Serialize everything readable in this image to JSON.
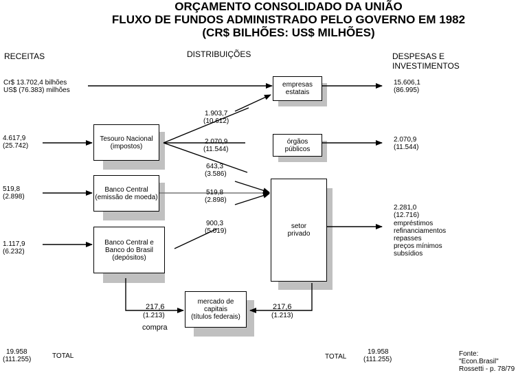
{
  "title": {
    "line1": "ORÇAMENTO CONSOLIDADO DA UNIÃO",
    "line2": "FLUXO DE FUNDOS ADMINISTRADO PELO GOVERNO EM 1982",
    "line3": "(CR$ BILHÕES: US$ MILHÕES)"
  },
  "headers": {
    "receitas": "RECEITAS",
    "distribuicoes": "DISTRIBUIÇÕES",
    "despesas_line1": "DESPESAS E",
    "despesas_line2": "INVESTIMENTOS"
  },
  "receitas": [
    {
      "line1": "Cr$ 13.702,4 bilhões",
      "line2": "US$ (76.383) milhões"
    },
    {
      "line1": "4.617,9",
      "line2": "(25.742)"
    },
    {
      "line1": "519,8",
      "line2": "(2.898)"
    },
    {
      "line1": "1.117,9",
      "line2": "(6.232)"
    }
  ],
  "boxes": {
    "empresas": {
      "line1": "empresas",
      "line2": "estatais"
    },
    "tesouro": {
      "line1": "Tesouro Nacional",
      "line2": "(impostos)"
    },
    "orgaos": {
      "line1": "órgãos",
      "line2": "públicos"
    },
    "banco_central": {
      "line1": "Banco Central",
      "line2": "(emissão de moeda)"
    },
    "setor_privado": {
      "line1": "setor",
      "line2": "privado"
    },
    "bc_bb": {
      "line1": "Banco Central e",
      "line2": "Banco do Brasil",
      "line3": "(depósitos)"
    },
    "mercado": {
      "line1": "mercado de",
      "line2": "capitais",
      "line3": "(títulos federais)"
    }
  },
  "distribuicoes": [
    {
      "line1": "1.903,7",
      "line2": "(10.612)"
    },
    {
      "line1": "2.070,9",
      "line2": "(11.544)"
    },
    {
      "line1": "643,3",
      "line2": "(3.586)"
    },
    {
      "line1": "519,8",
      "line2": "(2.898)"
    },
    {
      "line1": "900,3",
      "line2": "(5.019)"
    }
  ],
  "capitais_flows": {
    "left": {
      "line1": "217,6",
      "line2": "(1.213)"
    },
    "right": {
      "line1": "217,6",
      "line2": "(1.213)"
    },
    "compra": "compra"
  },
  "despesas": [
    {
      "line1": "15.606,1",
      "line2": "(86.995)"
    },
    {
      "line1": "2.070,9",
      "line2": "(11.544)"
    },
    {
      "line1": "2.281,0",
      "line2": "(12.716)",
      "items": [
        "empréstimos",
        "refinanciamentos",
        "repasses",
        "preços mínimos",
        "subsídios"
      ]
    }
  ],
  "totals": {
    "left_value": "19.958",
    "left_usd": "(111.255)",
    "left_label": "TOTAL",
    "right_label": "TOTAL",
    "right_value": "19.958",
    "right_usd": "(111.255)"
  },
  "source": {
    "line1": "Fonte:",
    "line2": "\"Econ.Brasil\"",
    "line3": "Rossetti - p. 78/79"
  }
}
